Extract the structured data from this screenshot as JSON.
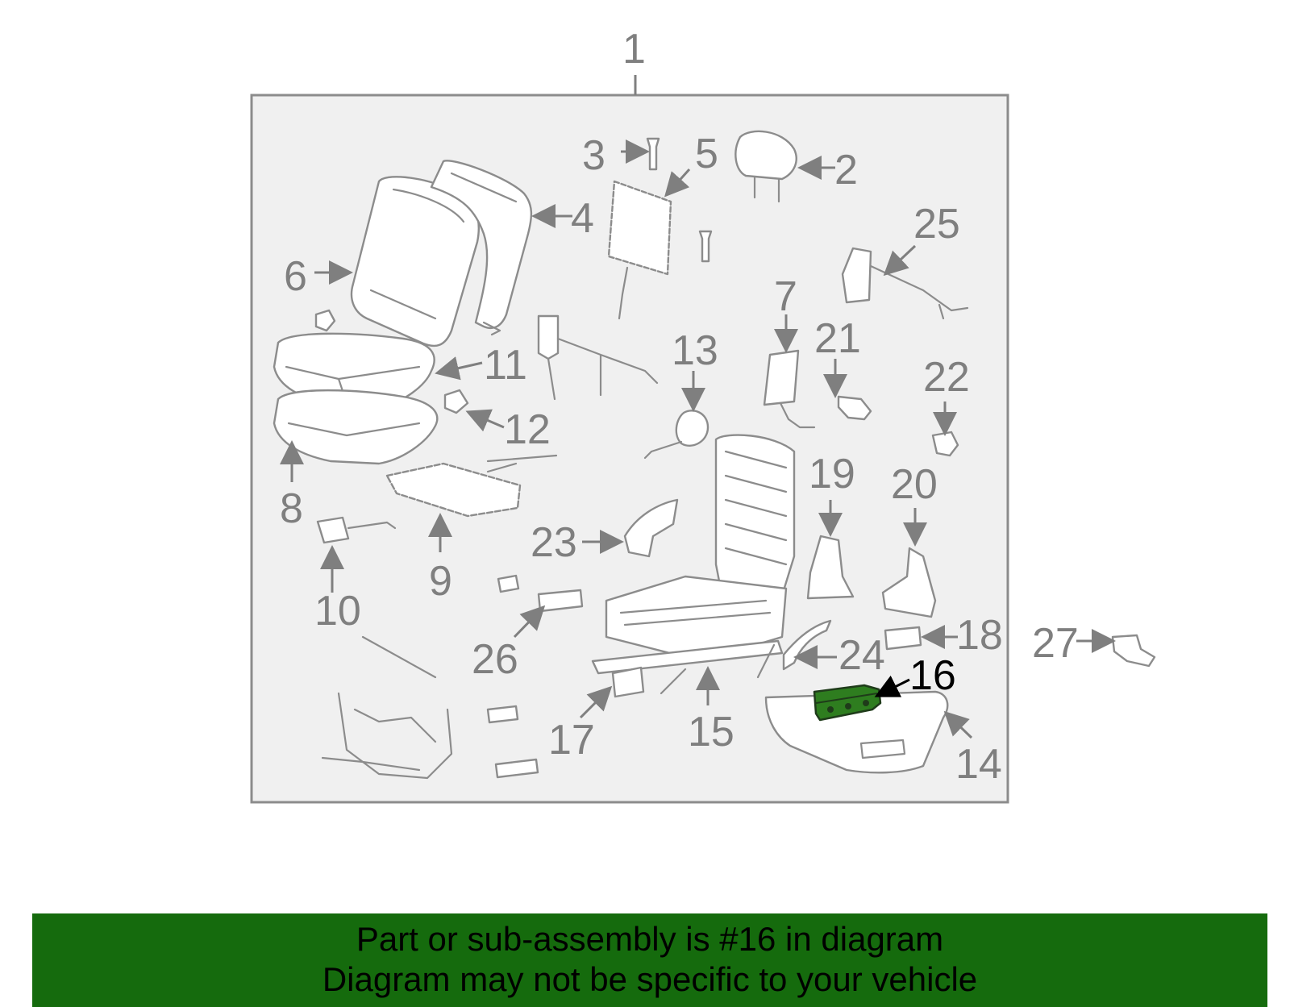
{
  "diagram": {
    "assembly_callout": "1",
    "highlighted_part": "16",
    "callouts": [
      "1",
      "2",
      "3",
      "4",
      "5",
      "6",
      "7",
      "8",
      "9",
      "10",
      "11",
      "12",
      "13",
      "14",
      "15",
      "16",
      "17",
      "18",
      "19",
      "20",
      "21",
      "22",
      "23",
      "24",
      "25",
      "26",
      "27"
    ],
    "colors": {
      "frame_fill": "#f0f0f0",
      "frame_stroke": "#8c8c8c",
      "callout_text": "#7f7f7f",
      "highlight_fill": "#2e7d1f",
      "highlight_callout": "#000000"
    }
  },
  "banner": {
    "line1": "Part or sub-assembly is #16 in diagram",
    "line2": "Diagram may not be specific to your vehicle",
    "background": "#156b0d"
  }
}
